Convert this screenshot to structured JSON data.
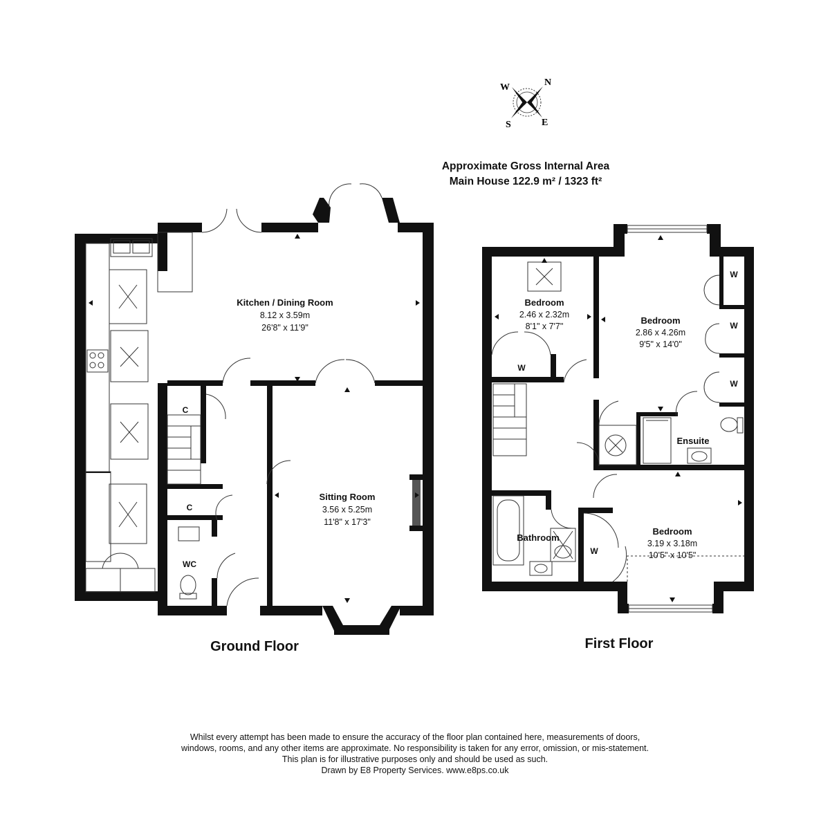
{
  "compass": {
    "n": "N",
    "e": "E",
    "s": "S",
    "w": "W"
  },
  "area": {
    "title": "Approximate Gross Internal Area",
    "main": "Main House 122.9 m² / 1323 ft²"
  },
  "ground_floor": {
    "label": "Ground Floor",
    "kitchen": {
      "name": "Kitchen / Dining Room",
      "metric": "8.12 x 3.59m",
      "imperial": "26'8\" x 11'9\""
    },
    "sitting": {
      "name": "Sitting Room",
      "metric": "3.56 x 5.25m",
      "imperial": "11'8\" x 17'3\""
    },
    "cupboard": "C",
    "wc": "WC"
  },
  "first_floor": {
    "label": "First Floor",
    "bedroom_small": {
      "name": "Bedroom",
      "metric": "2.46 x 2.32m",
      "imperial": "8'1\" x 7'7\""
    },
    "bedroom_main": {
      "name": "Bedroom",
      "metric": "2.86 x 4.26m",
      "imperial": "9'5\" x 14'0\""
    },
    "bedroom_rear": {
      "name": "Bedroom",
      "metric": "3.19 x 3.18m",
      "imperial": "10'5\" x 10'5\""
    },
    "ensuite": "Ensuite",
    "bathroom": "Bathroom",
    "wardrobe": "W"
  },
  "disclaimer": {
    "line1": "Whilst every attempt has been made to ensure the accuracy of the floor plan contained here, measurements of doors,",
    "line2": "windows, rooms, and any other items are approximate. No responsibility is taken for any error, omission, or mis-statement.",
    "line3": "This plan is for illustrative purposes only and should be used as such.",
    "line4": "Drawn by E8 Property Services. www.e8ps.co.uk"
  }
}
